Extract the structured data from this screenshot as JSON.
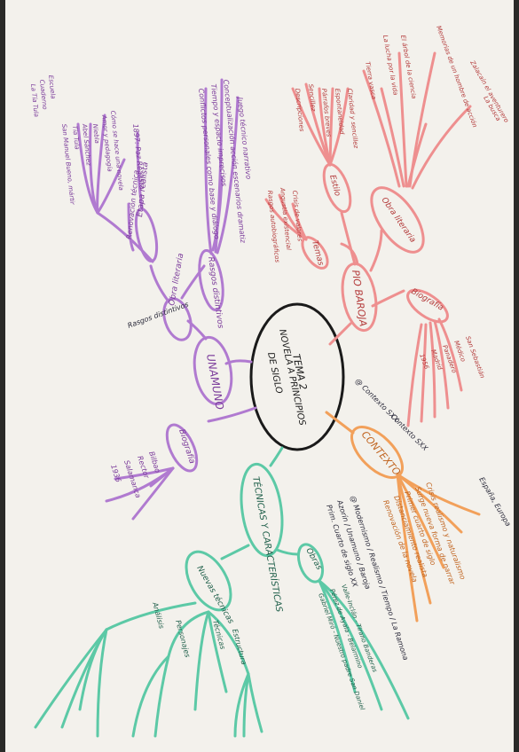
{
  "center": {
    "line1": "TEMA 2",
    "line2": "NOVELA A PRINCIPIOS",
    "line3": "DE SIGLO"
  },
  "colors": {
    "paper": "#f4f2ee",
    "purple": "#b07ad0",
    "red": "#ee8f8f",
    "orange": "#f2a05a",
    "green": "#5cc9a6",
    "ink": "#1a1a1a"
  },
  "branches": {
    "unamuno": {
      "label": "UNAMUNO",
      "obra_literaria": "Obra literaria",
      "rasgos_label": "Rasgos distintivos",
      "rasgos_items": [
        "Juego técnico narrativo",
        "Conceptualización acción escenarios dramatiz",
        "Tiempo y espacio imprecisos",
        "Conflictos personales como base y diálogo"
      ],
      "etapas_label": "Etapa realista",
      "etapas_items": [
        "1897: Paz Realista",
        "Renovación técnica"
      ],
      "nivolas": [
        "Cómo se hace una novela",
        "Amor y pedagogía",
        "Niebla",
        "Abel Sánchez",
        "Tía Tula",
        "San Manuel Bueno, mártir"
      ],
      "nivolas_extra": [
        "Escuela",
        "Cuaderno",
        "La Tía Tula"
      ],
      "biografia": "Biografía",
      "biografia_items": [
        "Bilbao",
        "Rector",
        "Salamanca",
        "1936"
      ],
      "note": "Rasgos distintivos"
    },
    "pio_baroja": {
      "label": "PIO BAROJA",
      "estilo": "Estilo",
      "estilo_items": [
        "Claridad y sencillez",
        "Espontaneidad",
        "Párrafos breves",
        "Sencillez",
        "Descripciones"
      ],
      "temas": "Temas",
      "temas_items": [
        "Crisis de valores",
        "Angustia existencial",
        "Rasgos autobiográficos"
      ],
      "obra_literaria": "Obra literaria",
      "obra_items": [
        "Tierra vasca",
        "La lucha por la vida",
        "El árbol de la ciencia",
        "Memorias de un hombre de acción",
        "Zalacaín el aventurero",
        "La busca"
      ],
      "biografia": "Biografía",
      "biografia_items": [
        "San Sebastián",
        "Médico",
        "Panadero",
        "Madrid",
        "1956"
      ]
    },
    "contexto": {
      "label": "CONTEXTO",
      "items": [
        "Crisis realismo y naturalismo",
        "Surge nueva forma de narrar",
        "Primer cuarto de siglo",
        "Distanciamiento realista",
        "Renovación de la novela"
      ],
      "annotations": [
        "@ Contexto SXX",
        "Contexto SXX",
        "España, Europa"
      ]
    },
    "tecnicas": {
      "label": "TÉCNICAS Y CARACTERÍSTICAS",
      "nuevas_tecnicas": "Nuevas técnicas",
      "obras": "Obras",
      "obras_items": [
        "Valle-Inclán - Tirano Banderas",
        "Pérez de Ayala - Belarmino",
        "Gabriel Miró - Nuestro padre San Daniel"
      ],
      "sub_labels": [
        "Estructura",
        "Personajes",
        "Técnicas",
        "Análisis"
      ],
      "notes": [
        "@ Modernismo / Realismo / Tiempo / La Ramona",
        "Azorín / Unamuno / Baroja",
        "Prim. Cuarto de siglo XX"
      ]
    }
  }
}
